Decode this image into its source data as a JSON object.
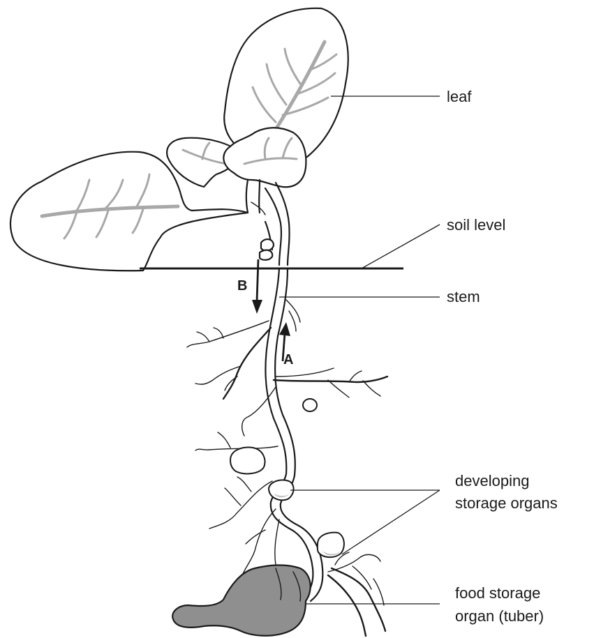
{
  "labels": {
    "leaf": "leaf",
    "soil_level": "soil level",
    "stem": "stem",
    "developing_line1": "developing",
    "developing_line2": "storage organs",
    "food_line1": "food storage",
    "food_line2": "organ (tuber)"
  },
  "arrows": {
    "a": "A",
    "b": "B"
  },
  "colors": {
    "outline": "#1a1a1a",
    "vein": "#a8a8a8",
    "tuber_fill": "#8f8f8f"
  }
}
